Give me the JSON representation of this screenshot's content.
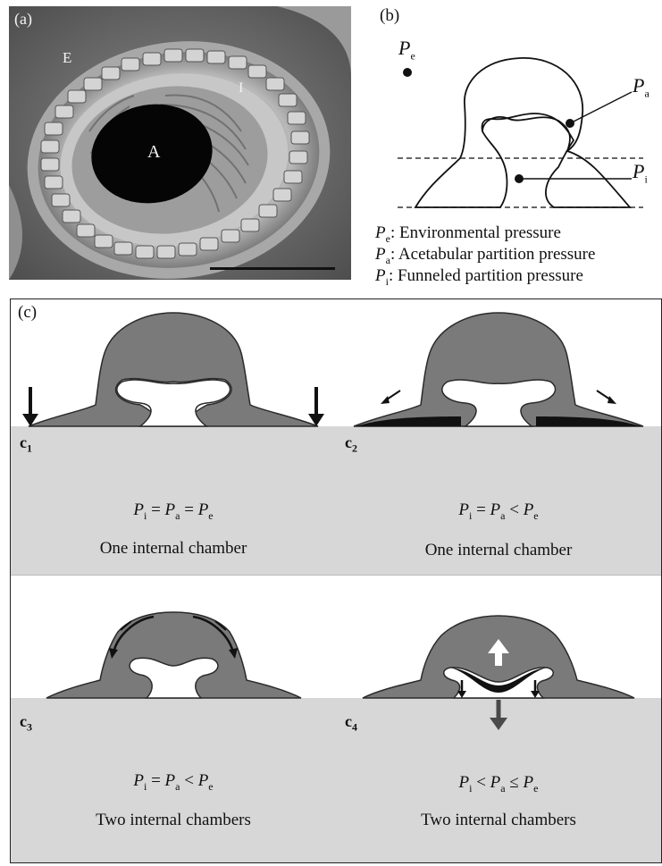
{
  "panels": {
    "a": {
      "tag": "(a)",
      "labels": {
        "E": "E",
        "I": "I",
        "A": "A"
      }
    },
    "b": {
      "tag": "(b)",
      "points": {
        "pe": "P",
        "pe_sub": "e",
        "pa": "P",
        "pa_sub": "a",
        "pi": "P",
        "pi_sub": "i"
      },
      "legend": [
        {
          "symbol": "P",
          "sub": "e",
          "text": ": Environmental pressure"
        },
        {
          "symbol": "P",
          "sub": "a",
          "text": ": Acetabular partition pressure"
        },
        {
          "symbol": "P",
          "sub": "i",
          "text": ": Funneled partition pressure"
        }
      ]
    },
    "c": {
      "tag": "(c)",
      "cells": [
        {
          "label": "c",
          "sub": "1",
          "equation": {
            "p1": "P",
            "s1": "i",
            "op1": "=",
            "p2": "P",
            "s2": "a",
            "op2": "=",
            "p3": "P",
            "s3": "e"
          },
          "chambers": "One internal chamber"
        },
        {
          "label": "c",
          "sub": "2",
          "equation": {
            "p1": "P",
            "s1": "i",
            "op1": "=",
            "p2": "P",
            "s2": "a",
            "op2": "<",
            "p3": "P",
            "s3": "e"
          },
          "chambers": "One internal chamber"
        },
        {
          "label": "c",
          "sub": "3",
          "equation": {
            "p1": "P",
            "s1": "i",
            "op1": "=",
            "p2": "P",
            "s2": "a",
            "op2": "<",
            "p3": "P",
            "s3": "e"
          },
          "chambers": "Two internal chambers"
        },
        {
          "label": "c",
          "sub": "4",
          "equation": {
            "p1": "P",
            "s1": "i",
            "op1": "<",
            "p2": "P",
            "s2": "a",
            "op2": "≤",
            "p3": "P",
            "s3": "e"
          },
          "chambers": "Two internal chambers"
        }
      ]
    }
  },
  "colors": {
    "ground": "#d7d7d7",
    "body": "#7a7a7a",
    "outline": "#2a2a2a"
  }
}
